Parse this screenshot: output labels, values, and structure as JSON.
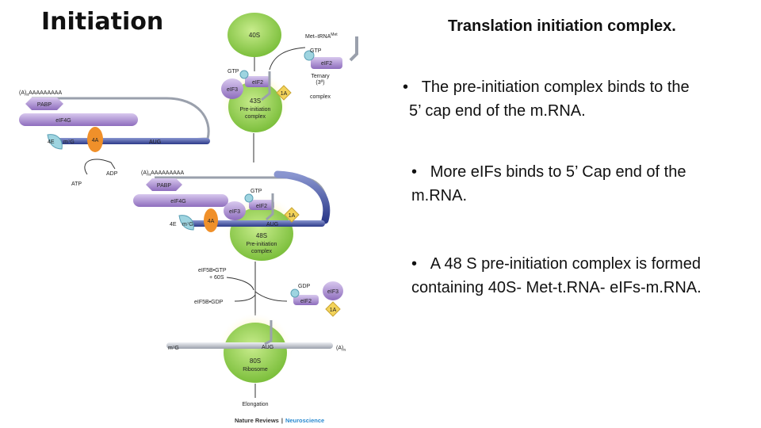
{
  "slide": {
    "title": "Initiation",
    "subtitle": "Translation initiation complex.",
    "bullets": [
      {
        "marker": "•",
        "text_line1": "The pre-initiation complex binds to the",
        "text_line2": "5’ cap end of the m.RNA."
      },
      {
        "marker": "•",
        "text_line1": "More eIFs binds to 5’ Cap end of the",
        "text_line2": "m.RNA."
      },
      {
        "marker": "•",
        "text_line1": "A 48 S pre-initiation complex is formed",
        "text_line2": "containing  40S- Met-t.RNA- eIFs-m.RNA."
      }
    ]
  },
  "diagram": {
    "labels": {
      "s40": "40S",
      "met_trna": "Met–tRNA",
      "met_sup": "Met",
      "gtp": "GTP",
      "eif2": "eIF2",
      "ternary_1": "Ternary",
      "ternary_2": "(3ª)",
      "ternary_3": "complex",
      "eif3": "eIF3",
      "s43_1": "43S",
      "s43_2": "Pre-initiation",
      "s43_3": "complex",
      "ia": "1A",
      "polya": "(A)",
      "polya_n": "n",
      "polya_tail": "AAAAAAAAA",
      "pabp": "PABP",
      "eif4g": "eIF4G",
      "e4": "4E",
      "m7g": "m⁷G",
      "a4": "4A",
      "aug": "AUG",
      "adp": "ADP",
      "atp": "ATP",
      "s48_1": "48S",
      "s48_2": "Pre-initiation",
      "s48_3": "complex",
      "eif5b_gtp": "eIF5B•GTP",
      "s60": "+ 60S",
      "eif5b_gdp": "eIF5B•GDP",
      "gdp": "GDP",
      "s80_1": "80S",
      "s80_2": "Ribosome",
      "m7g_line": "m⁷G",
      "polya_end": "(A)",
      "elongation": "Elongation",
      "credit_1": "Nature Reviews",
      "credit_sep": "|",
      "credit_2": "Neuroscience"
    },
    "colors": {
      "green": "#8fce4b",
      "purple": "#9b7ec8",
      "yellow": "#f3d35a",
      "blue": "#3a4a9c",
      "orange": "#f0902a",
      "teal": "#9ed4e0",
      "credit_blue": "#2a8ad0"
    }
  }
}
